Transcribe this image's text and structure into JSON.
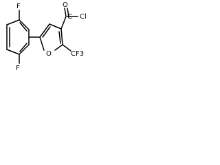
{
  "atoms": {
    "fluoro_top": "F",
    "fluoro_bottom": "F",
    "oxygen_ring": "O",
    "chlorine": "Cl",
    "carbonyl_c": "C",
    "carbonyl_o": "O",
    "trifluoromethyl": "CF3"
  },
  "colors": {
    "bond": "#000000",
    "background": "#ffffff"
  }
}
